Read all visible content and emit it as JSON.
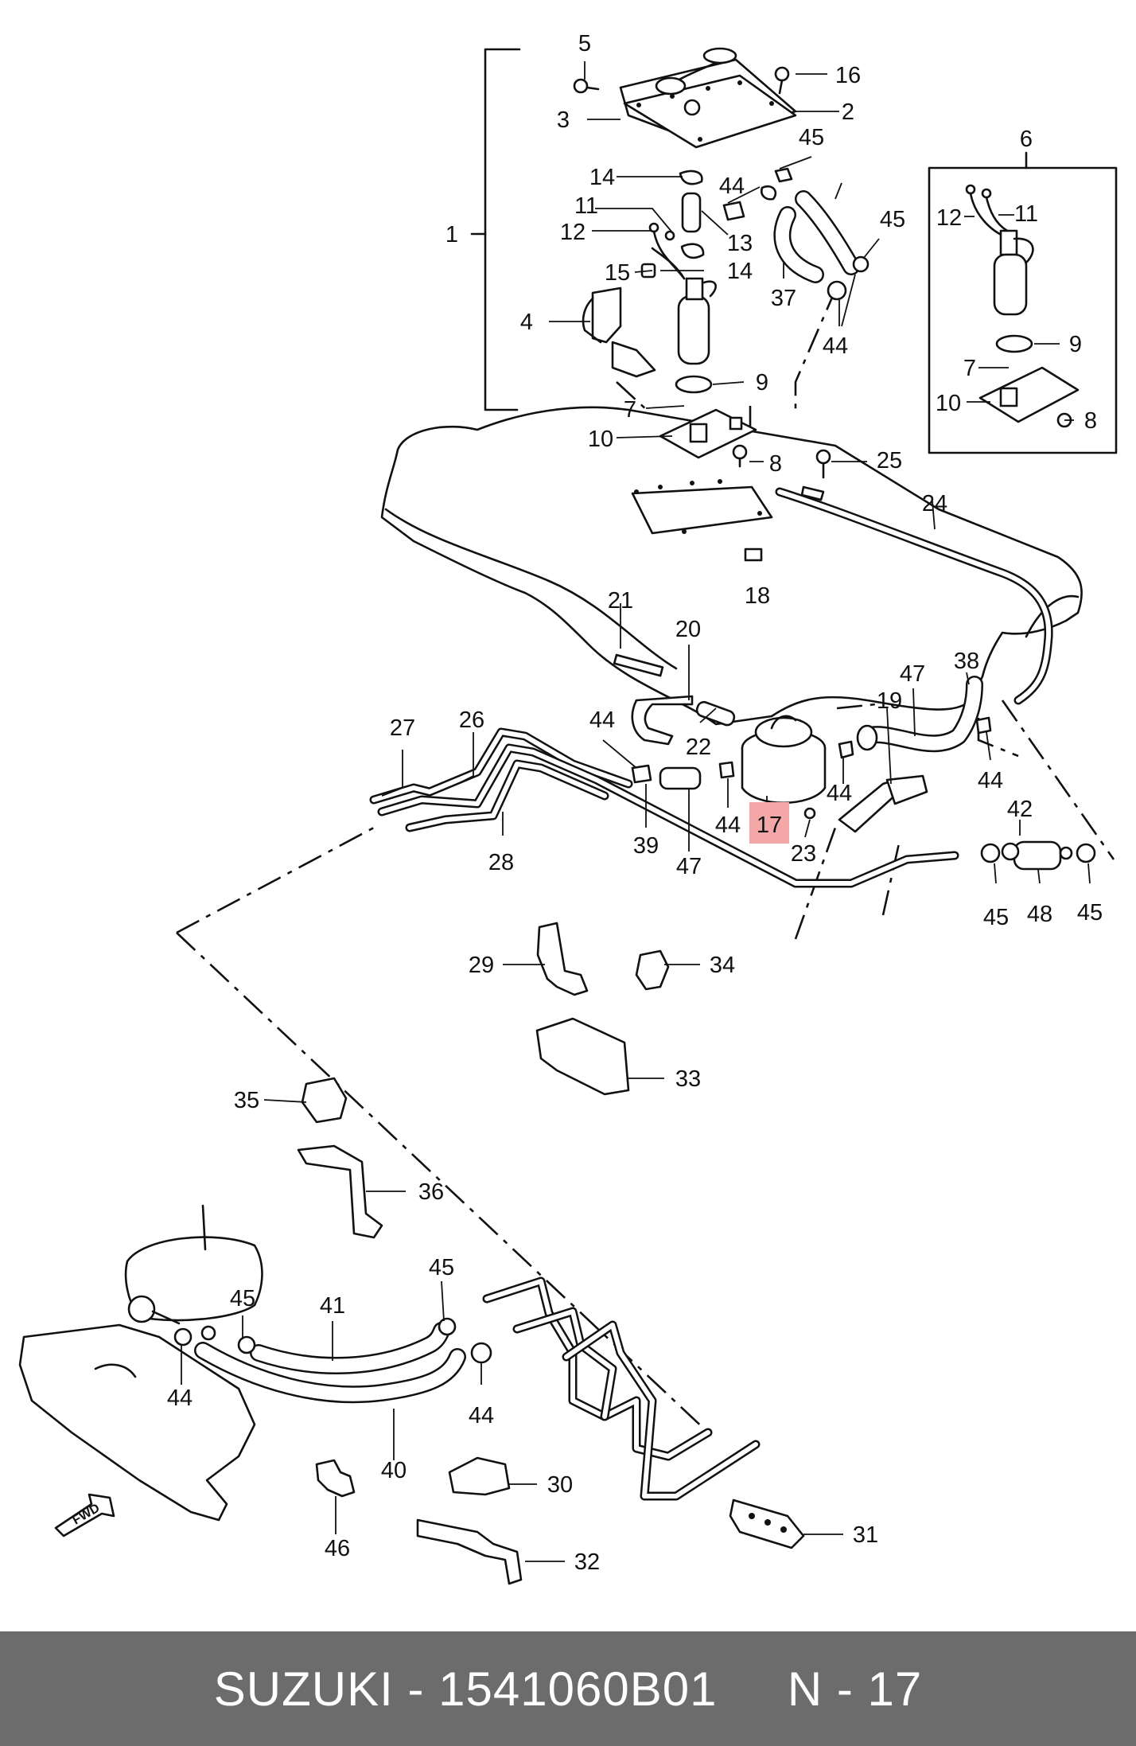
{
  "highlight_color": "#f3a7a7",
  "callouts": {
    "c1": "1",
    "c2": "2",
    "c3": "3",
    "c4": "4",
    "c5": "5",
    "c6": "6",
    "c7a": "7",
    "c7b": "7",
    "c8a": "8",
    "c8b": "8",
    "c9a": "9",
    "c9b": "9",
    "c10a": "10",
    "c10b": "10",
    "c11a": "11",
    "c11b": "11",
    "c12a": "12",
    "c12b": "12",
    "c13": "13",
    "c14a": "14",
    "c14b": "14",
    "c15": "15",
    "c16": "16",
    "c17": "17",
    "c18": "18",
    "c19": "19",
    "c20": "20",
    "c21": "21",
    "c22": "22",
    "c23": "23",
    "c24": "24",
    "c25": "25",
    "c26": "26",
    "c27": "27",
    "c28": "28",
    "c29": "29",
    "c30": "30",
    "c31": "31",
    "c32": "32",
    "c33": "33",
    "c34": "34",
    "c35": "35",
    "c36": "36",
    "c37": "37",
    "c38": "38",
    "c39": "39",
    "c40": "40",
    "c41": "41",
    "c42": "42",
    "c44a": "44",
    "c44b": "44",
    "c44c": "44",
    "c44d": "44",
    "c44e": "44",
    "c44f": "44",
    "c44g": "44",
    "c44h": "44",
    "c45a": "45",
    "c45b": "45",
    "c45c": "45",
    "c45d": "45",
    "c45e": "45",
    "c45f": "45",
    "c46": "46",
    "c47a": "47",
    "c47b": "47",
    "c48": "48"
  },
  "fwd_label": "FWD",
  "footer": {
    "brand": "SUZUKI",
    "part_number": "1541060B01",
    "ref": "N - 17"
  }
}
